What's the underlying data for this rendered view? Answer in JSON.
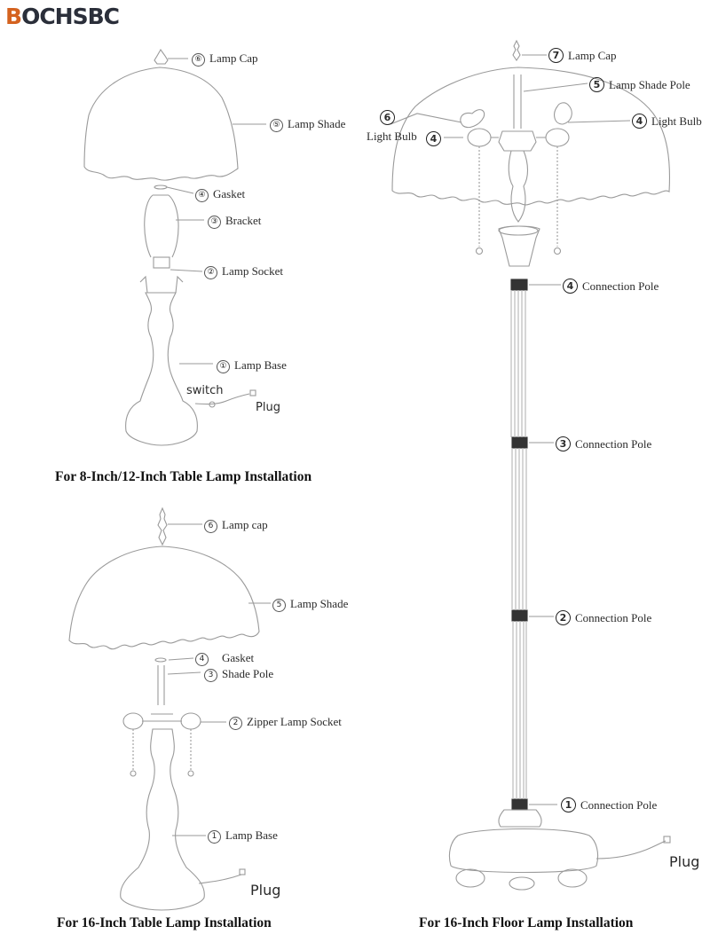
{
  "brand": {
    "prefix": "B",
    "rest": "OCHSBC"
  },
  "diagram1": {
    "caption": "For 8-Inch/12-Inch Table Lamp Installation",
    "labels": [
      {
        "num": "⑥",
        "text": "Lamp Cap"
      },
      {
        "num": "⑤",
        "text": "Lamp Shade"
      },
      {
        "num": "④",
        "text": "Gasket"
      },
      {
        "num": "③",
        "text": "Bracket"
      },
      {
        "num": "②",
        "text": "Lamp Socket"
      },
      {
        "num": "①",
        "text": "Lamp Base"
      }
    ],
    "switch": "switch",
    "plug": "Plug"
  },
  "diagram2": {
    "caption": "For 16-Inch Table Lamp Installation",
    "labels": [
      {
        "num": "6",
        "text": "Lamp cap"
      },
      {
        "num": "5",
        "text": "Lamp Shade"
      },
      {
        "num": "4",
        "text": "Gasket"
      },
      {
        "num": "3",
        "text": "Shade Pole"
      },
      {
        "num": "2",
        "text": "Zipper Lamp Socket"
      },
      {
        "num": "1",
        "text": "Lamp Base"
      }
    ],
    "plug": "Plug"
  },
  "diagram3": {
    "caption": "For 16-Inch Floor Lamp Installation",
    "labels": [
      {
        "num": "7",
        "text": "Lamp Cap"
      },
      {
        "num": "5",
        "text": "Lamp Shade Pole"
      },
      {
        "num": "6",
        "text": "Light Bulb"
      },
      {
        "num": "4",
        "text": "Light Bulb"
      },
      {
        "num": "4",
        "text": "Connection Pole"
      },
      {
        "num": "3",
        "text": "Connection Pole"
      },
      {
        "num": "2",
        "text": "Connection Pole"
      },
      {
        "num": "1",
        "text": "Connection Pole"
      }
    ],
    "plug": "Plug"
  }
}
